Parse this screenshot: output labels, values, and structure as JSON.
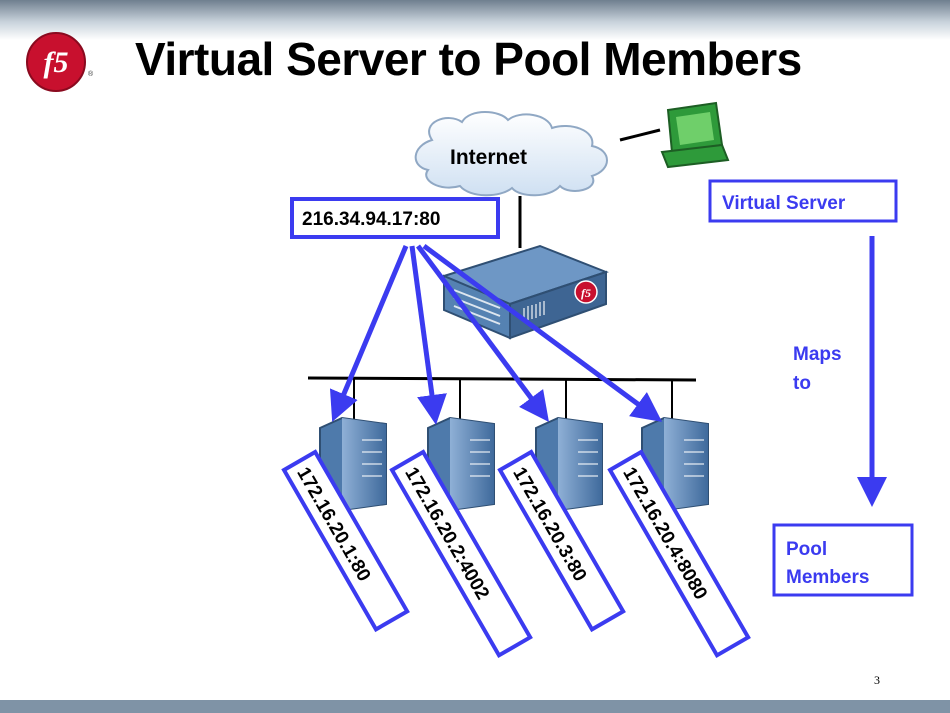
{
  "slide": {
    "title": "Virtual Server to Pool Members",
    "logo_text": "f5",
    "page_number": "3"
  },
  "diagram": {
    "internet_label": "Internet",
    "virtual_server_address": "216.34.94.17:80",
    "legend": {
      "virtual_server": "Virtual Server",
      "maps_line1": "Maps",
      "maps_line2": "to",
      "pool_line1": "Pool",
      "pool_line2": "Members"
    },
    "pool_members": [
      "172.16.20.1:80",
      "172.16.20.2:4002",
      "172.16.20.3:80",
      "172.16.20.4:8080"
    ],
    "colors": {
      "accent": "#3b3bf0",
      "label_text": "#3b3bf0",
      "server_blue": "#5a82b0",
      "monitor_green": "#2e9a3a"
    }
  }
}
